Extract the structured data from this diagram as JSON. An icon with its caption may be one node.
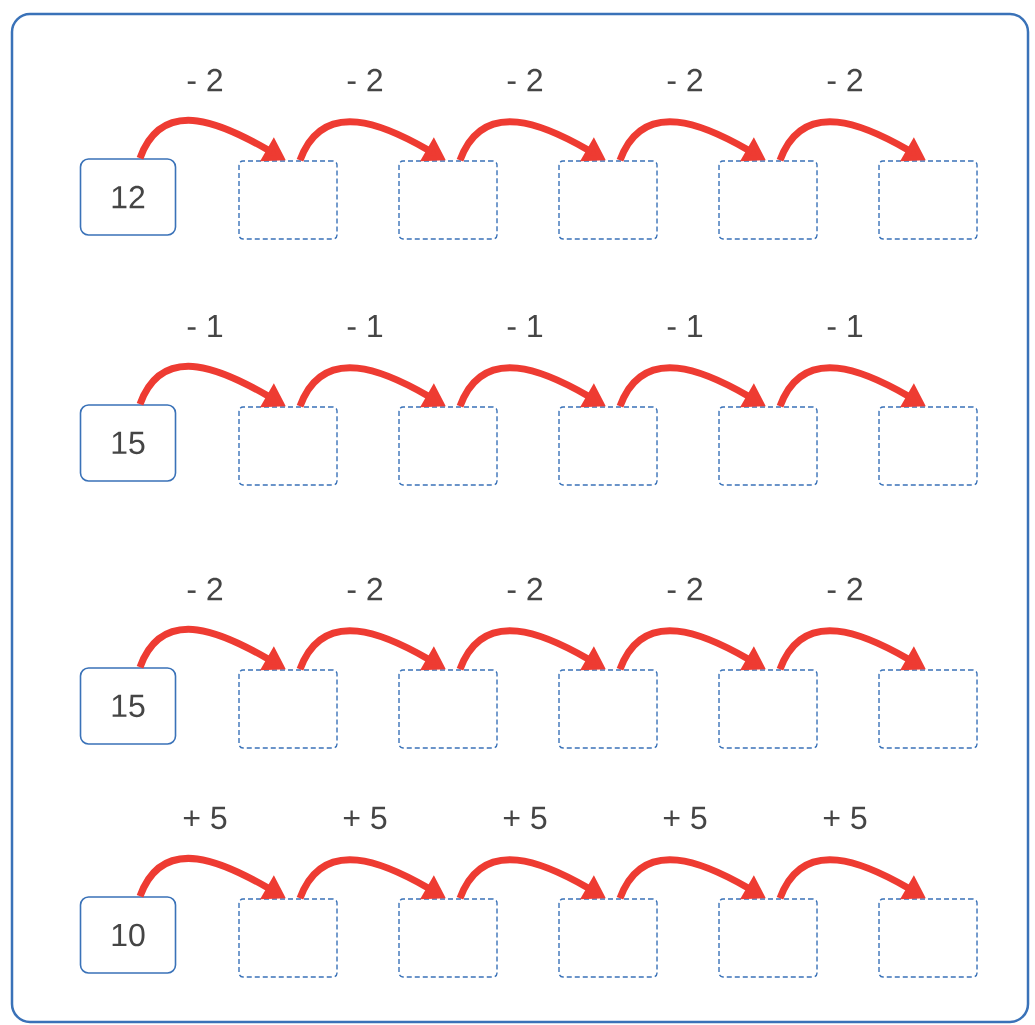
{
  "diagram": {
    "nodes": [
      {
        "text": [
          "12"
        ]
      },
      {
        "text": [],
        "shape": "box"
      },
      {
        "text": [],
        "shape": "box"
      },
      {
        "text": [],
        "shape": "box"
      },
      {
        "text": [],
        "shape": "box"
      },
      {
        "text": [],
        "shape": "box"
      },
      {
        "text": [
          "15"
        ]
      },
      {
        "text": [],
        "shape": "box"
      },
      {
        "text": [],
        "shape": "box"
      },
      {
        "text": [],
        "shape": "box"
      },
      {
        "text": [],
        "shape": "box"
      },
      {
        "text": [],
        "shape": "box"
      },
      {
        "text": [
          "15"
        ]
      },
      {
        "text": [],
        "shape": "box"
      },
      {
        "text": [],
        "shape": "box"
      },
      {
        "text": [],
        "shape": "box"
      },
      {
        "text": [],
        "shape": "box"
      },
      {
        "text": [],
        "shape": "box"
      },
      {
        "text": [
          "10"
        ]
      },
      {
        "text": [],
        "shape": "box"
      },
      {
        "text": [],
        "shape": "box"
      },
      {
        "text": [],
        "shape": "box"
      },
      {
        "text": [],
        "shape": "box"
      },
      {
        "text": [],
        "shape": "box"
      }
    ],
    "edges": [
      {
        "from": 0,
        "to": 1,
        "arrow": "to",
        "label": "- 2"
      },
      {
        "from": 1,
        "to": 2,
        "arrow": "to",
        "label": "- 2"
      },
      {
        "from": 2,
        "to": 3,
        "arrow": "to",
        "label": "- 2"
      },
      {
        "from": 3,
        "to": 4,
        "arrow": "to",
        "label": "- 2"
      },
      {
        "from": 4,
        "to": 5,
        "arrow": "to",
        "label": "- 2"
      },
      {
        "from": 6,
        "to": 7,
        "arrow": "to",
        "label": "- 1"
      },
      {
        "from": 7,
        "to": 8,
        "arrow": "to",
        "label": "- 1"
      },
      {
        "from": 8,
        "to": 9,
        "arrow": "to",
        "label": "- 1"
      },
      {
        "from": 9,
        "to": 10,
        "arrow": "to",
        "label": "- 1"
      },
      {
        "from": 10,
        "to": 11,
        "arrow": "to",
        "label": "- 1"
      },
      {
        "from": 12,
        "to": 13,
        "arrow": "to",
        "label": "- 2"
      },
      {
        "from": 13,
        "to": 14,
        "arrow": "to",
        "label": "- 2"
      },
      {
        "from": 14,
        "to": 15,
        "arrow": "to",
        "label": "- 2"
      },
      {
        "from": 15,
        "to": 16,
        "arrow": "to",
        "label": "- 2"
      },
      {
        "from": 16,
        "to": 17,
        "arrow": "to",
        "label": "- 2"
      },
      {
        "from": 18,
        "to": 19,
        "arrow": "to",
        "label": "+ 5"
      },
      {
        "from": 19,
        "to": 20,
        "arrow": "to",
        "label": "+ 5"
      },
      {
        "from": 20,
        "to": 21,
        "arrow": "to",
        "label": "+ 5"
      },
      {
        "from": 21,
        "to": 22,
        "arrow": "to",
        "label": "+ 5"
      },
      {
        "from": 22,
        "to": 23,
        "arrow": "to",
        "label": "+ 5"
      }
    ]
  }
}
